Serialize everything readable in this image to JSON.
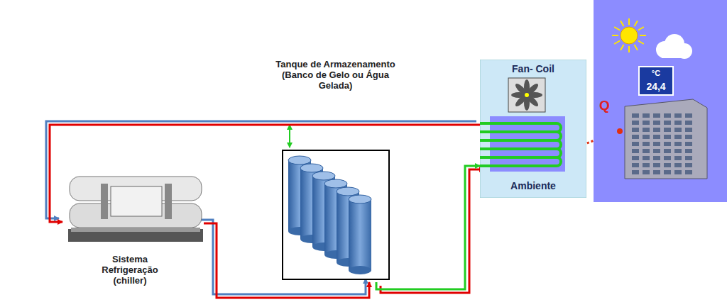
{
  "diagram": {
    "nodes": [
      {
        "text": [
          "Sistema Refrigeração (chiller)"
        ]
      },
      {
        "text": [
          "Tanque de Armazenamento (Banco de Gelo ou Água Gelada)"
        ]
      },
      {
        "text": [
          "Fan- Coil",
          "Ambiente"
        ]
      },
      {
        "text": [
          "°C",
          "24,4"
        ]
      }
    ],
    "edges": [
      {
        "from": 0,
        "to": 1,
        "arrow": "to"
      },
      {
        "from": 1,
        "to": 2,
        "arrow": "to"
      },
      {
        "from": 2,
        "to": 0,
        "arrow": "to"
      },
      {
        "from": 3,
        "to": 2,
        "label": "Q",
        "arrow": "to"
      }
    ]
  }
}
